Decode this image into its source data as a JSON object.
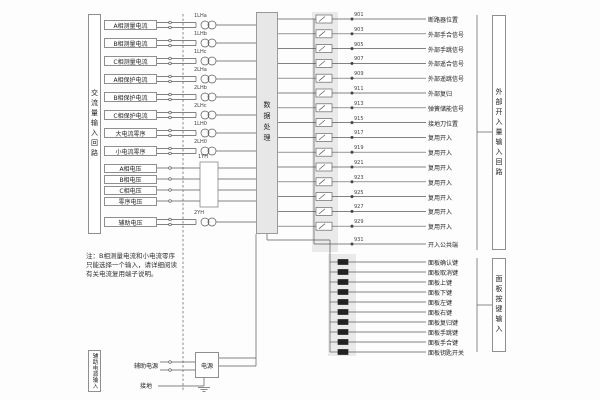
{
  "diagram": {
    "center": {
      "label": "数据处理"
    },
    "left": {
      "group_label": "交流量输入回路",
      "vt_code": "1YH",
      "items": [
        {
          "label": "A相测量电流",
          "code": "1LHa"
        },
        {
          "label": "B相测量电流",
          "code": "1LHb"
        },
        {
          "label": "C相测量电流",
          "code": "1LHc"
        },
        {
          "label": "A相保护电流",
          "code": "2LHa"
        },
        {
          "label": "B相保护电流",
          "code": "2LHb"
        },
        {
          "label": "C相保护电流",
          "code": "2LHc"
        },
        {
          "label": "大电流零序",
          "code": "1LH0"
        },
        {
          "label": "小电流零序",
          "code": "2LH0"
        },
        {
          "label": "A相电压",
          "code": ""
        },
        {
          "label": "B相电压",
          "code": ""
        },
        {
          "label": "C相电压",
          "code": ""
        },
        {
          "label": "零序电压",
          "code": ""
        },
        {
          "label": "辅助电压",
          "code": "2YH"
        }
      ]
    },
    "right": {
      "group_label": "外部开入量输入回路",
      "rows": [
        {
          "num": "901",
          "label": "断路器位置"
        },
        {
          "num": "903",
          "label": "外部手合信号"
        },
        {
          "num": "905",
          "label": "外部手跳信号"
        },
        {
          "num": "907",
          "label": "外部遥合信号"
        },
        {
          "num": "909",
          "label": "外部遥跳信号"
        },
        {
          "num": "911",
          "label": "外部复归"
        },
        {
          "num": "913",
          "label": "弹簧储能信号"
        },
        {
          "num": "915",
          "label": "接地刀位置"
        },
        {
          "num": "917",
          "label": "复用开入"
        },
        {
          "num": "919",
          "label": "复用开入"
        },
        {
          "num": "921",
          "label": "复用开入"
        },
        {
          "num": "923",
          "label": "复用开入"
        },
        {
          "num": "925",
          "label": "复用开入"
        },
        {
          "num": "927",
          "label": "复用开入"
        },
        {
          "num": "929",
          "label": "复用开入"
        }
      ],
      "common": {
        "num": "931",
        "label": "开入公共端"
      }
    },
    "panel": {
      "group_label": "面板按键输入",
      "rows": [
        "面板确认键",
        "面板取消键",
        "面板上键",
        "面板下键",
        "面板左键",
        "面板右键",
        "面板复归键",
        "面板手跳键",
        "面板手合键",
        "面板钥匙开关"
      ]
    },
    "power": {
      "group_label": "辅助电源输入",
      "aux_label": "辅助电源",
      "box_label": "电源",
      "ground_label": "接地"
    },
    "note": "注：B相测量电流和小电流零序只能选择一个输入，请详细阅读有关电流复用端子说明。"
  }
}
